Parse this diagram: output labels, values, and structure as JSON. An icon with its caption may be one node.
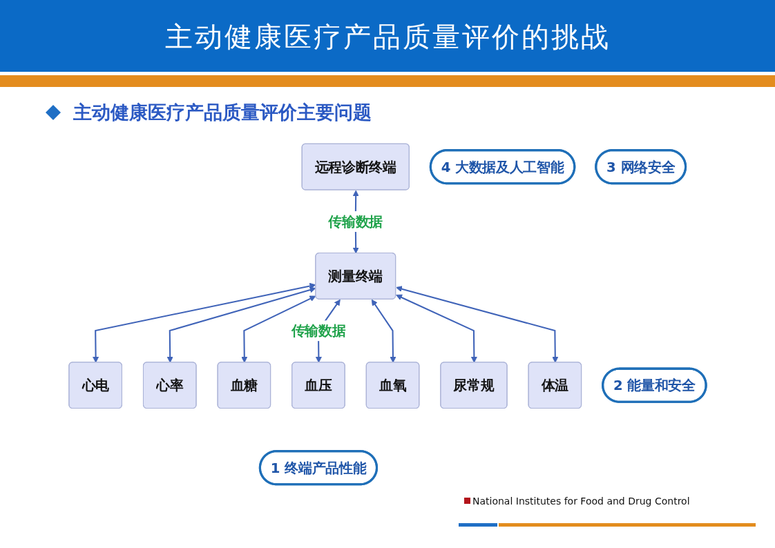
{
  "diagram": {
    "title": "主动健康医疗产品质量评价的挑战",
    "nodes": [
      {
        "text": [
          "远程诊断终端"
        ]
      },
      {
        "text": [
          "测量终端"
        ]
      },
      {
        "text": [
          "心电"
        ]
      },
      {
        "text": [
          "心率"
        ]
      },
      {
        "text": [
          "血糖"
        ]
      },
      {
        "text": [
          "血压"
        ]
      },
      {
        "text": [
          "血氧"
        ]
      },
      {
        "text": [
          "尿常规"
        ]
      },
      {
        "text": [
          "体温"
        ]
      },
      {
        "text": [
          "4 大数据及人工智能"
        ]
      },
      {
        "text": [
          "3 网络安全"
        ]
      },
      {
        "text": [
          "2 能量和安全"
        ]
      },
      {
        "text": [
          "1 终端产品性能"
        ]
      }
    ],
    "edges": [
      {
        "from": 0,
        "to": 1,
        "arrow": "both",
        "label": "传输数据"
      },
      {
        "from": 1,
        "to": 2,
        "arrow": "both"
      },
      {
        "from": 1,
        "to": 3,
        "arrow": "both"
      },
      {
        "from": 1,
        "to": 4,
        "arrow": "both"
      },
      {
        "from": 1,
        "to": 5,
        "arrow": "both",
        "label": "传输数据"
      },
      {
        "from": 1,
        "to": 6,
        "arrow": "both"
      },
      {
        "from": 1,
        "to": 7,
        "arrow": "both"
      },
      {
        "from": 1,
        "to": 8,
        "arrow": "both"
      }
    ],
    "labels": [
      "主动健康医疗产品质量评价主要问题",
      "National Institutes for Food and Drug Control"
    ]
  }
}
